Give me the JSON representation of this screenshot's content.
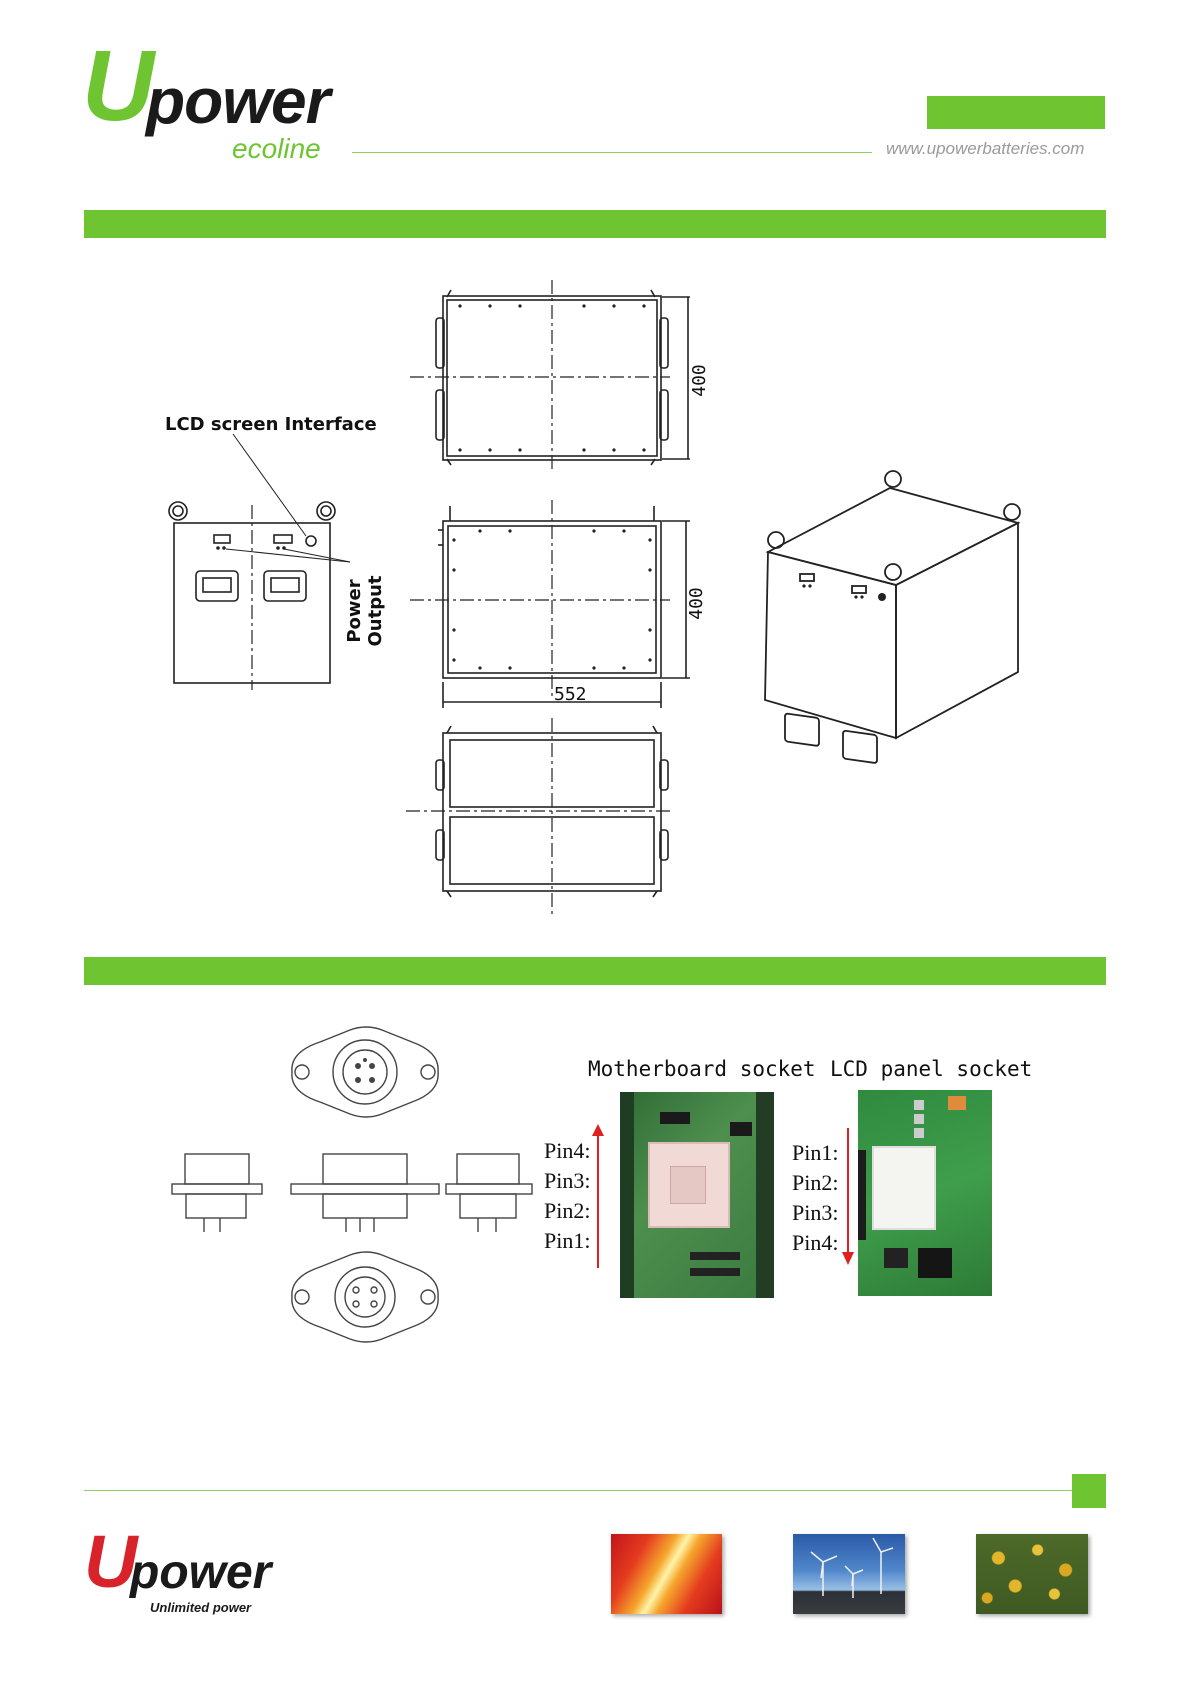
{
  "header": {
    "logo_u": "U",
    "logo_power": "power",
    "logo_sub": "ecoline",
    "website": "www.upowerbatteries.com"
  },
  "drawing": {
    "lcd_label": "LCD screen Interface",
    "power_output_label": "Power Output",
    "dim_height_top": "400",
    "dim_height_front": "400",
    "dim_width": "552"
  },
  "sockets": {
    "motherboard_label": "Motherboard socket",
    "lcd_panel_label": "LCD panel socket",
    "motherboard_pins": [
      "Pin4:",
      "Pin3:",
      "Pin2:",
      "Pin1:"
    ],
    "lcd_pins": [
      "Pin1:",
      "Pin2:",
      "Pin3:",
      "Pin4:"
    ]
  },
  "footer": {
    "logo_u": "U",
    "logo_power": "power",
    "tagline": "Unlimited power"
  },
  "colors": {
    "brand_green": "#6ec531",
    "brand_red": "#d8232a"
  }
}
